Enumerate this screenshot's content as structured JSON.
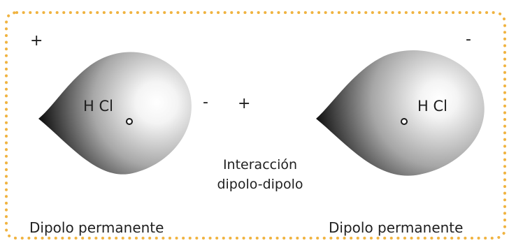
{
  "colors": {
    "border_dots": "#f0b340",
    "text": "#1f1f1f",
    "molecule_light": "#ffffff",
    "molecule_dark": "#1a1a1a"
  },
  "left_molecule": {
    "outer_plus": "+",
    "label": "H Cl",
    "minus": "-",
    "caption": "Dipolo permanente"
  },
  "right_molecule": {
    "outer_minus": "-",
    "plus": "+",
    "label": "H Cl",
    "caption": "Dipolo permanente"
  },
  "interaction": {
    "line1": "Interacción",
    "line2": "dipolo-dipolo"
  }
}
